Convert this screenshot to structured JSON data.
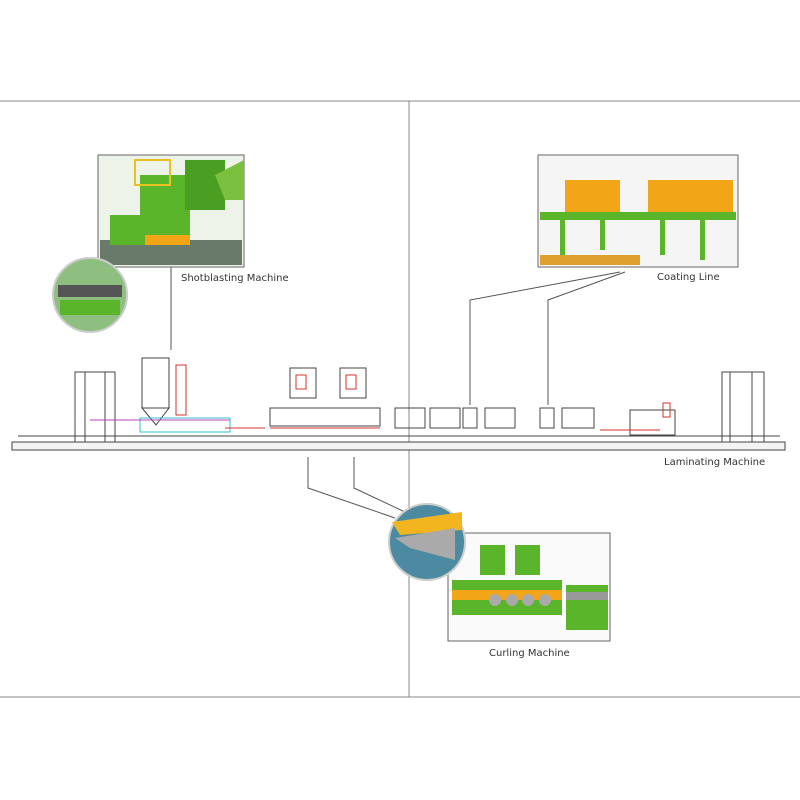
{
  "labels": {
    "shotblasting": "Shotblasting Machine",
    "coating": "Coating Line",
    "laminating": "Laminating Machine",
    "curling": "Curling Machine"
  },
  "colors": {
    "machine_green": "#5bb52a",
    "machine_yellow": "#f2a516",
    "frame_line": "#555555",
    "accent_red": "#d9302a",
    "accent_magenta": "#c040c0",
    "accent_cyan": "#30c0d0"
  }
}
